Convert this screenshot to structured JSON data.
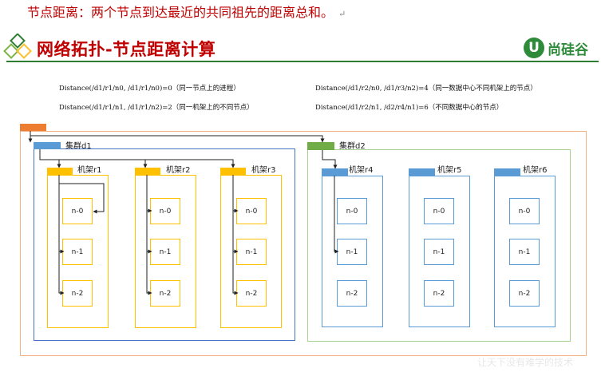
{
  "header": {
    "definition": "节点距离：两个节点到达最近的共同祖先的距离总和。",
    "return_mark": "↵",
    "title": "网络拓扑-节点距离计算",
    "brand_name": "尚硅谷",
    "brand_mark": "U"
  },
  "distances": [
    "Distance(/d1/r1/n0, /d1/r1/n0)=0（同一节点上的进程）",
    "Distance(/d1/r2/n0, /d1/r3/n2)=4（同一数据中心不同机架上的节点）",
    "Distance(/d1/r1/n1, /d1/r1/n2)=2（同一机架上的不同节点）",
    "Distance(/d1/r2/n1, /d2/r4/n1)=6（不同数据中心的节点）"
  ],
  "topology": {
    "clusters": [
      {
        "label": "集群d1",
        "racks": [
          {
            "label": "机架r1",
            "nodes": [
              "n-0",
              "n-1",
              "n-2"
            ]
          },
          {
            "label": "机架r2",
            "nodes": [
              "n-0",
              "n-1",
              "n-2"
            ]
          },
          {
            "label": "机架r3",
            "nodes": [
              "n-0",
              "n-1",
              "n-2"
            ]
          }
        ]
      },
      {
        "label": "集群d2",
        "racks": [
          {
            "label": "机架r4",
            "nodes": [
              "n-0",
              "n-1",
              "n-2"
            ]
          },
          {
            "label": "机架r5",
            "nodes": [
              "n-0",
              "n-1",
              "n-2"
            ]
          },
          {
            "label": "机架r6",
            "nodes": [
              "n-0",
              "n-1",
              "n-2"
            ]
          }
        ]
      }
    ]
  },
  "colors": {
    "title_red": "#c00000",
    "root_orange": "#ed7d31",
    "cluster_d1_blue": "#4472c4",
    "cluster_d2_green": "#70ad47",
    "rack_yellow": "#ffc000",
    "rack_blue": "#5b9bd5",
    "logo_green": "#2e8b3a"
  },
  "watermark": "让天下没有难学的技术"
}
